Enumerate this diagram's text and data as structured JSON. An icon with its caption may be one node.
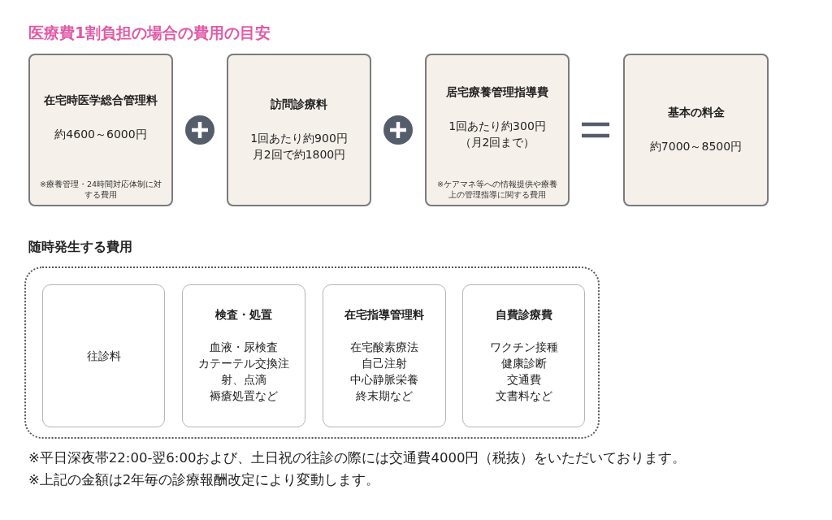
{
  "diagram": {
    "title": "医療費1割負担の場合の費用の目安",
    "nodes": [
      {
        "text": [
          "在宅時医学総合管理料",
          "約4600～6000円",
          "※療養管理・24時間対応体制に対する費用"
        ]
      },
      {
        "text": [
          "訪問診療料",
          "1回あたり約900円",
          "月2回で約1800円"
        ]
      },
      {
        "text": [
          "居宅療養管理指導費",
          "1回あたり約300円",
          "（月2回まで）",
          "※ケアマネ等への情報提供や療養上の管理指導に関する費用"
        ]
      },
      {
        "text": [
          "基本の料金",
          "約7000～8500円"
        ]
      },
      {
        "text": [
          "随時発生する費用"
        ]
      },
      {
        "text": [
          "往診料"
        ],
        "in": 4
      },
      {
        "text": [
          "検査・処置",
          "血液・尿検査",
          "カテーテル交換注射、点滴",
          "褥瘡処置など"
        ],
        "in": 4
      },
      {
        "text": [
          "在宅指導管理料",
          "在宅酸素療法",
          "自己注射",
          "中心静脈栄養",
          "終末期など"
        ],
        "in": 4
      },
      {
        "text": [
          "自費診療費",
          "ワクチン接種",
          "健康診断",
          "交通費",
          "文書料など"
        ],
        "in": 4
      }
    ],
    "labels": [
      "※平日深夜帯22:00-翌6:00および、土日祝の往診の際には交通費4000円（税抜）をいただいております。",
      "※上記の金額は2年毎の診療報酬改定により変動します。"
    ]
  }
}
